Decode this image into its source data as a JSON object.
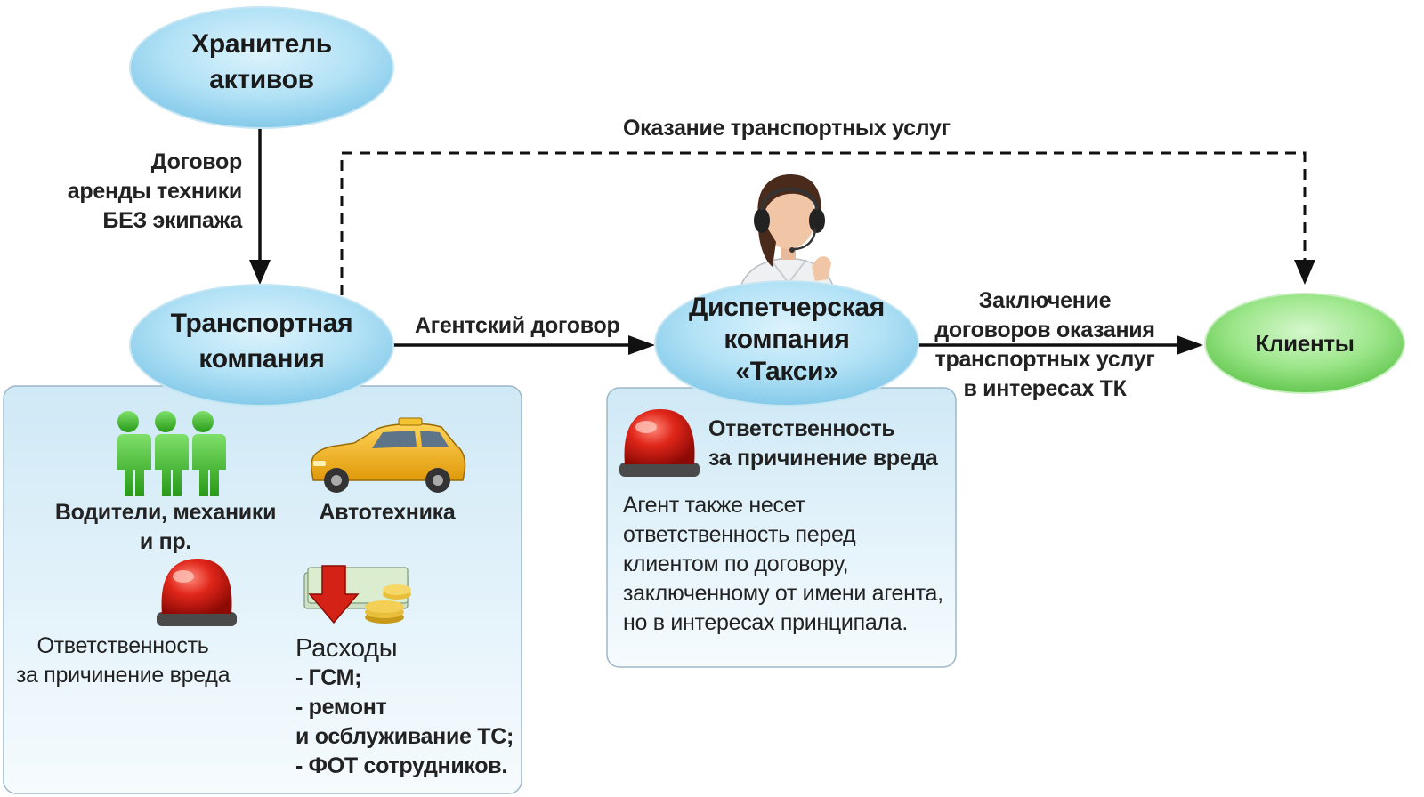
{
  "colors": {
    "node_blue": "#a8dbf2",
    "node_green": "#8fe07e",
    "panel_bg": "#dff1fa",
    "panel_border": "#9cb8c8",
    "arrow": "#111111",
    "people_green": "#3cb82a",
    "siren_red": "#d11a12",
    "car_yellow": "#f3b51a"
  },
  "nodes": {
    "custodian": "Хранитель активов",
    "custodian_line1": "Хранитель",
    "custodian_line2": "активов",
    "transport_line1": "Транспортная",
    "transport_line2": "компания",
    "dispatch_line1": "Диспетчерская",
    "dispatch_line2": "компания",
    "dispatch_line3": "«Такси»",
    "clients": "Клиенты"
  },
  "edges": {
    "lease_line1": "Договор",
    "lease_line2": "аренды техники",
    "lease_line3": "БЕЗ экипажа",
    "services": "Оказание транспортных услуг",
    "agency": "Агентский договор",
    "contracts_line1": "Заключение",
    "contracts_line2": "договоров оказания",
    "contracts_line3": "транспортных услуг",
    "contracts_line4": "в интересах ТК"
  },
  "left_panel": {
    "staff_line1": "Водители, механики",
    "staff_line2": "и пр.",
    "vehicles": "Автотехника",
    "liability_line1": "Ответственность",
    "liability_line2": "за причинение вреда",
    "expenses_title": "Расходы",
    "expenses_items": [
      "-  ГСМ;",
      "-  ремонт",
      "и осблуживание ТС;",
      "-  ФОТ сотрудников."
    ]
  },
  "right_panel": {
    "liability_line1": "Ответственность",
    "liability_line2": "за причинение вреда",
    "note_lines": [
      "Агент также несет",
      "ответственность перед",
      "клиентом по договору,",
      "заключенному от имени агента,",
      "но в интересах принципала."
    ]
  },
  "icons": [
    "people-icon",
    "taxi-car-icon",
    "siren-icon",
    "expenses-icon",
    "operator-icon"
  ]
}
